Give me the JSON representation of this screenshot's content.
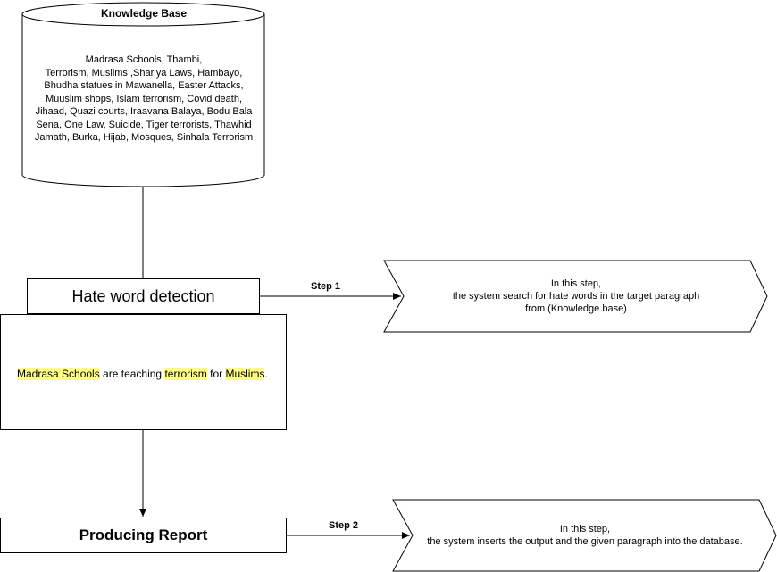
{
  "knowledge_base": {
    "title": "Knowledge Base",
    "lines": [
      "Madrasa Schools, Thambi,",
      "Terrorism, Muslims ,Shariya Laws, Hambayo,",
      "Bhudha statues in Mawanella, Easter Attacks,",
      "Muuslim shops, Islam terrorism, Covid death,",
      "Jihaad, Quazi courts, Iraavana Balaya, Bodu Bala",
      "Sena, One Law, Suicide, Tiger terrorists, Thawhid",
      "Jamath, Burka, Hijab, Mosques, Sinhala Terrorism"
    ]
  },
  "hate_detection": {
    "label": "Hate word detection"
  },
  "paragraph": {
    "w1": "Madrasa Schools",
    "t1": " are teaching ",
    "w2": "terrorism",
    "t2": " for ",
    "w3": "Muslims",
    "t3": "."
  },
  "report": {
    "label": "Producing Report"
  },
  "step1": {
    "label": "Step 1",
    "lines": [
      "In this step,",
      "the system search for hate words in the target paragraph",
      "from (Knowledge base)"
    ]
  },
  "step2": {
    "label": "Step 2",
    "lines": [
      "In this step,",
      "the system inserts the output and the given paragraph into the database."
    ]
  }
}
